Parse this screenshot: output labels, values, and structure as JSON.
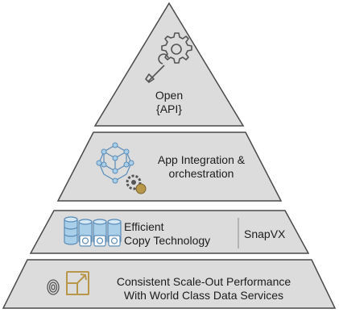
{
  "pyramid": {
    "tiers": [
      {
        "id": "open-api",
        "lines": [
          "Open",
          "{API}"
        ],
        "icon": "gear-wrench-icon"
      },
      {
        "id": "app-integration",
        "lines": [
          "App Integration &",
          "orchestration"
        ],
        "icon": "network-cube-icon"
      },
      {
        "id": "copy-tech",
        "lines": [
          "Efficient",
          "Copy Technology"
        ],
        "side_label": "SnapVX",
        "icon": "database-snapshot-icon"
      },
      {
        "id": "scale-out",
        "lines": [
          "Consistent Scale-Out Performance",
          "With World Class Data Services"
        ],
        "icon": "expand-box-icon"
      }
    ]
  },
  "colors": {
    "tier_fill": "#dcdcdc",
    "tier_stroke": "#4a4a4a",
    "icon_stroke": "#555555",
    "db_fill": "#a9cfe9",
    "db_stroke": "#5b8db8",
    "accent_gold": "#b8964a"
  }
}
